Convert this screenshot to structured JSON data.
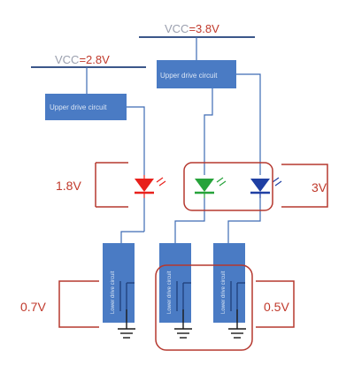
{
  "supplies": {
    "left": {
      "name": "VCC",
      "value": "=2.8V"
    },
    "right": {
      "name": "VCC",
      "value": "=3.8V"
    }
  },
  "drive_circuits": {
    "left": {
      "label": "Upper drive circuit"
    },
    "right": {
      "label": "Upper drive circuit"
    }
  },
  "leds": {
    "red": {
      "color": "#e8211c",
      "voltage": "1.8V"
    },
    "green": {
      "color": "#27a33b"
    },
    "blue": {
      "color": "#1f3fa3"
    },
    "group_voltage": "3V"
  },
  "transistors": {
    "labels": [
      "Lower drive circuit",
      "Lower drive circuit",
      "Lower drive circuit"
    ],
    "left_voltage": "0.7V",
    "group_voltage": "0.5V"
  },
  "colors": {
    "box": "#4a7bc4",
    "wire": "#3d6bb3",
    "annotation": "#b5382f"
  }
}
